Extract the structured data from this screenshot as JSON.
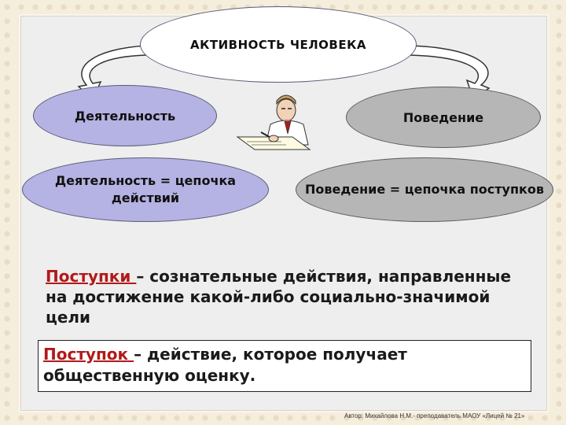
{
  "diagram": {
    "root_label": "АКТИВНОСТЬ ЧЕЛОВЕКА",
    "left_label": "Деятельность",
    "right_label": "Поведение",
    "left_chain": "Деятельность = цепочка действий",
    "right_chain": "Поведение = цепочка поступков"
  },
  "definitions": {
    "actions_term": "Поступки ",
    "actions_text": "– сознательные действия, направленные на достижение какой-либо социально-значимой цели",
    "action_term": "Поступок ",
    "action_text": "– действие, которое получает общественную оценку."
  },
  "footer": {
    "author": "Автор: Михайлова Н.М.- преподаватель МАОУ «Лицей № 21»"
  },
  "colors": {
    "activity_fill": "#b5b2e4",
    "behavior_fill": "#b6b6b6",
    "term_color": "#b11a1a"
  },
  "icons": [
    "writing-man-icon",
    "curved-arrow-left-icon",
    "curved-arrow-right-icon"
  ]
}
